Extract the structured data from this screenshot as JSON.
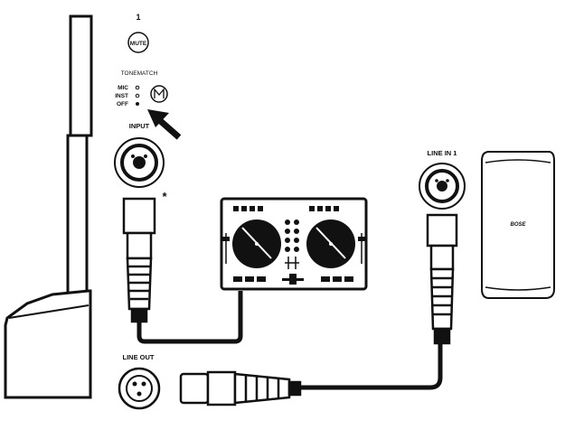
{
  "channel": {
    "number": "1",
    "mute_label": "MUTE",
    "tonematch_label": "TONEMATCH",
    "tonematch_icon": "tonematch-m-icon",
    "switch_options": [
      "MIC",
      "INST",
      "OFF"
    ],
    "selected_option": "OFF"
  },
  "labels": {
    "input": "INPUT",
    "line_in": "LINE IN 1",
    "line_out": "LINE OUT",
    "asterisk": "*",
    "brand": "BOSE"
  },
  "colors": {
    "ink": "#111111",
    "background": "#ffffff"
  }
}
